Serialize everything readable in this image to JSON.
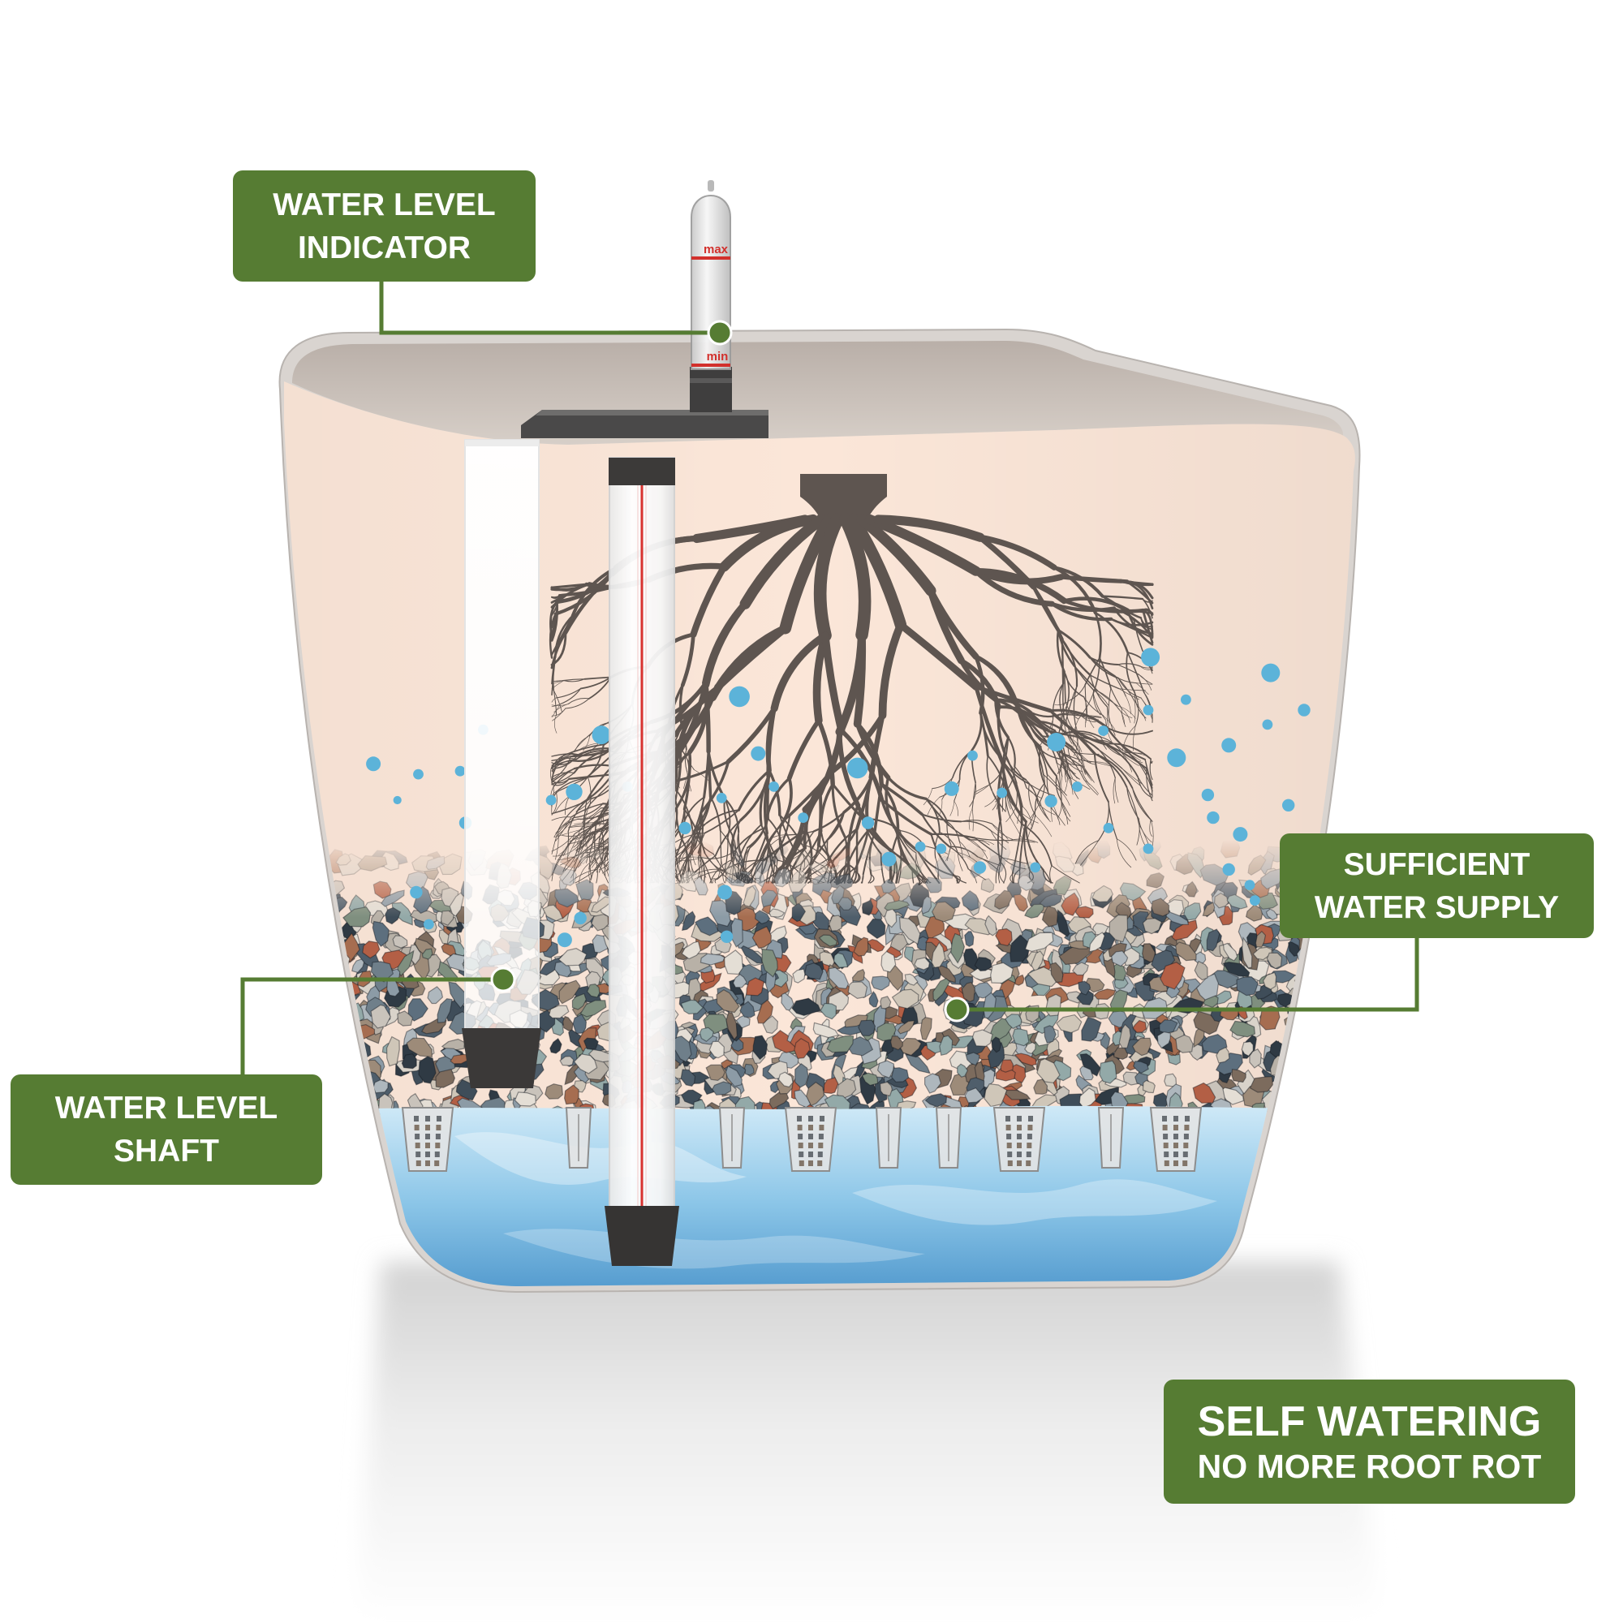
{
  "callouts": {
    "indicator": {
      "line1": "WATER LEVEL",
      "line2": "INDICATOR"
    },
    "shaft": {
      "line1": "WATER LEVEL",
      "line2": "SHAFT"
    },
    "supply": {
      "line1": "SUFFICIENT",
      "line2": "WATER SUPPLY"
    }
  },
  "badge": {
    "title": "SELF WATERING",
    "subtitle": "NO MORE ROOT ROT"
  },
  "indicator_marks": {
    "max": "max",
    "min": "min"
  },
  "colors": {
    "accent": "#567c33",
    "droplet": "#5cb3d9",
    "root": "#5e5550",
    "pot_face": "#fbe6d8",
    "water_top": "#cfe9f7",
    "water_bottom": "#4f97cc"
  }
}
